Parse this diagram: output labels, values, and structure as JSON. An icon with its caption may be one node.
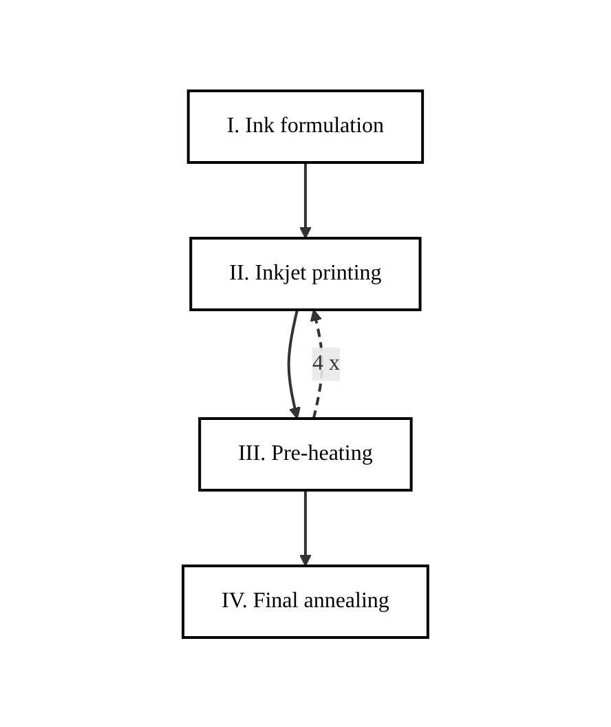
{
  "diagram": {
    "nodes": [
      {
        "text": [
          "I. Ink formulation"
        ]
      },
      {
        "text": [
          "II. Inkjet printing"
        ]
      },
      {
        "text": [
          "III. Pre-heating"
        ]
      },
      {
        "text": [
          "IV. Final annealing"
        ]
      }
    ],
    "edges": [
      {
        "from": 0,
        "to": 1,
        "arrow": "to"
      },
      {
        "from": 1,
        "to": 2,
        "arrow": "to"
      },
      {
        "from": 2,
        "to": 3,
        "arrow": "to"
      },
      {
        "from": 2,
        "to": 1,
        "arrow": "to",
        "style": "dashed",
        "label": "4 x"
      }
    ]
  }
}
